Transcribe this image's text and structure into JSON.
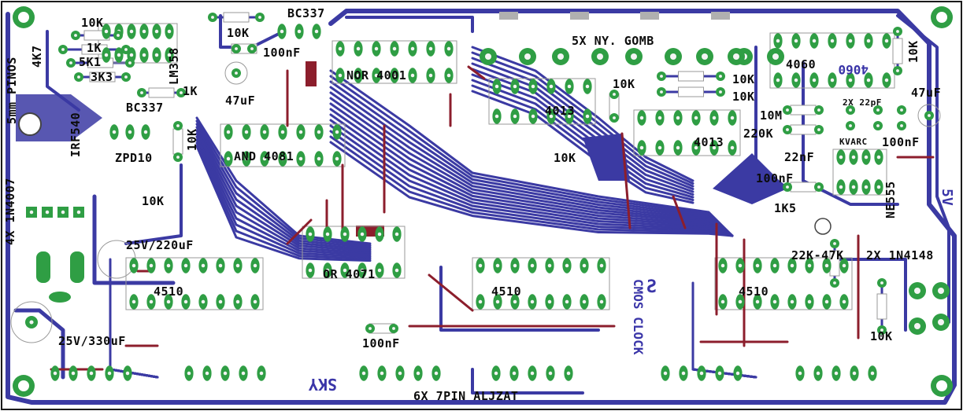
{
  "colors": {
    "trace": "#3b3aa3",
    "trace_dark": "#302f8e",
    "pad": "#2f9e44",
    "pad_hole": "#f4f4f4",
    "jumper": "#8c1e2c",
    "outline": "#1a1a1a",
    "component_outline": "#9a9a9a"
  },
  "labels": {
    "r_10k_a": "10K",
    "bc337_top": "BC337",
    "r_10k_b": "10K",
    "r_1k_a": "1K",
    "r_5k1": "5K1",
    "r_3k3": "3K3",
    "lm358": "LM358",
    "r_1k_b": "1K",
    "r_4k7": "4K7",
    "five_pin_note": "5mm PINOS",
    "c_100nf_top": "100nF",
    "nor_4001": "NOR 4001",
    "five_x": "5X NY. GOMB",
    "r_10k_c": "10K",
    "ic_4060": "4060",
    "ic_4060_mirror": "4060",
    "r_10k_right": "10K",
    "r_10k_d": "10K",
    "r_10k_e": "10K",
    "c_47uf_left": "47uF",
    "bc337_mid": "BC337",
    "irf540": "IRF540",
    "ic_4013_a": "4013",
    "c_47uf_right": "47uF",
    "c_2x22pf": "2X 22pF",
    "r_10m": "10M",
    "r_220k": "220K",
    "kvarc": "KVARC",
    "r_10k_vert": "10K",
    "ic_4013_b": "4013",
    "c_100nf_right": "100nF",
    "and_4081": "AND 4081",
    "r_10k_f": "10K",
    "c_22nf": "22nF",
    "zpd10": "ZPD10",
    "c_100nf_mid": "100nF",
    "ne555": "NE555",
    "d_4x": "4X 1N4007",
    "r_10k_g": "10K",
    "r_1k5": "1K5",
    "v_5v": "5V",
    "c_25v220": "25V/220uF",
    "or_4071": "OR 4071",
    "r_22k47k": "22K-47K",
    "d_2x4148": "2X 1N4148",
    "ic_4510_a": "4510",
    "ic_4510_b": "4510",
    "ic_4510_c": "4510",
    "cmos_clock": "CMOS CLOCK",
    "s_mirror": "S",
    "c_25v330": "25V/330uF",
    "c_100nf_bottom": "100nF",
    "sky_mirror": "SKY",
    "r_10k_bottom": "10K",
    "six_x": "6X 7PIN ALJZAT"
  }
}
